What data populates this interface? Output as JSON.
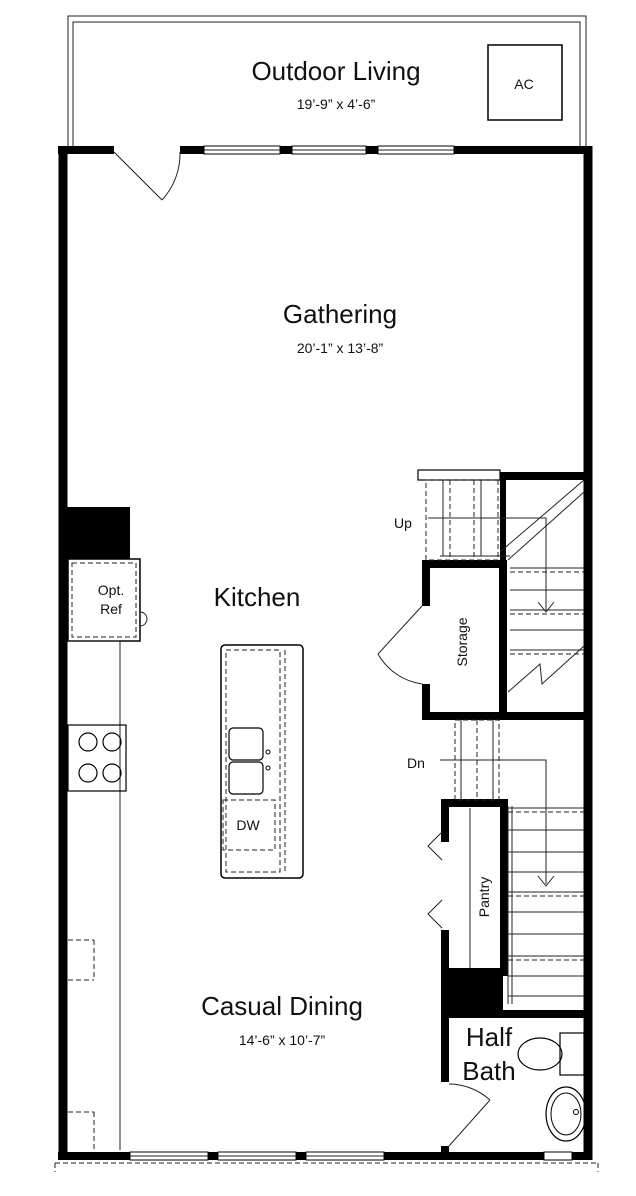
{
  "rooms": {
    "outdoor_living": {
      "name": "Outdoor Living",
      "dims": "19’-9” x 4’-6”"
    },
    "gathering": {
      "name": "Gathering",
      "dims": "20’-1” x 13’-8”"
    },
    "kitchen": {
      "name": "Kitchen"
    },
    "casual_dining": {
      "name": "Casual Dining",
      "dims": "14’-6” x 10’-7”"
    },
    "half_bath": {
      "line1": "Half",
      "line2": "Bath"
    },
    "storage": {
      "name": "Storage"
    },
    "pantry": {
      "name": "Pantry"
    }
  },
  "fixtures": {
    "ac": "AC",
    "opt_ref_line1": "Opt.",
    "opt_ref_line2": "Ref",
    "dishwasher": "DW"
  },
  "stairs": {
    "up": "Up",
    "down": "Dn"
  }
}
